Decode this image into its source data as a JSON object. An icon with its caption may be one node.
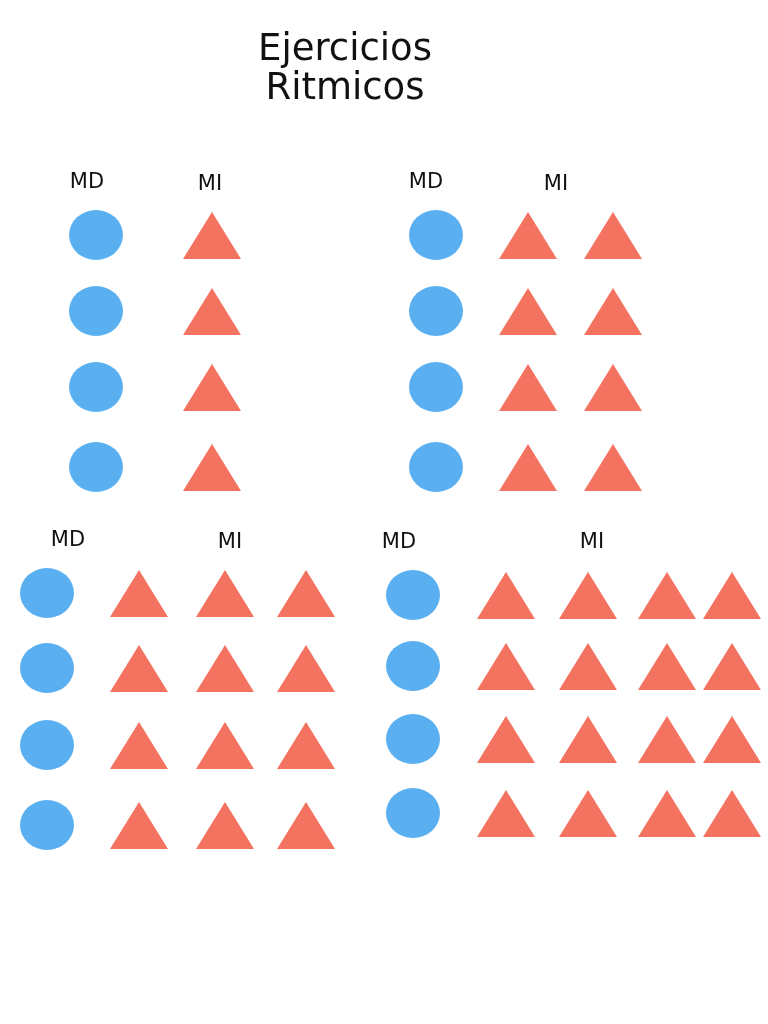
{
  "diagram": {
    "title": "Ejercicios Ritmicos",
    "labels": [
      "MD",
      "MI",
      "MD",
      "MI",
      "MD",
      "MI",
      "MD",
      "MI"
    ]
  }
}
